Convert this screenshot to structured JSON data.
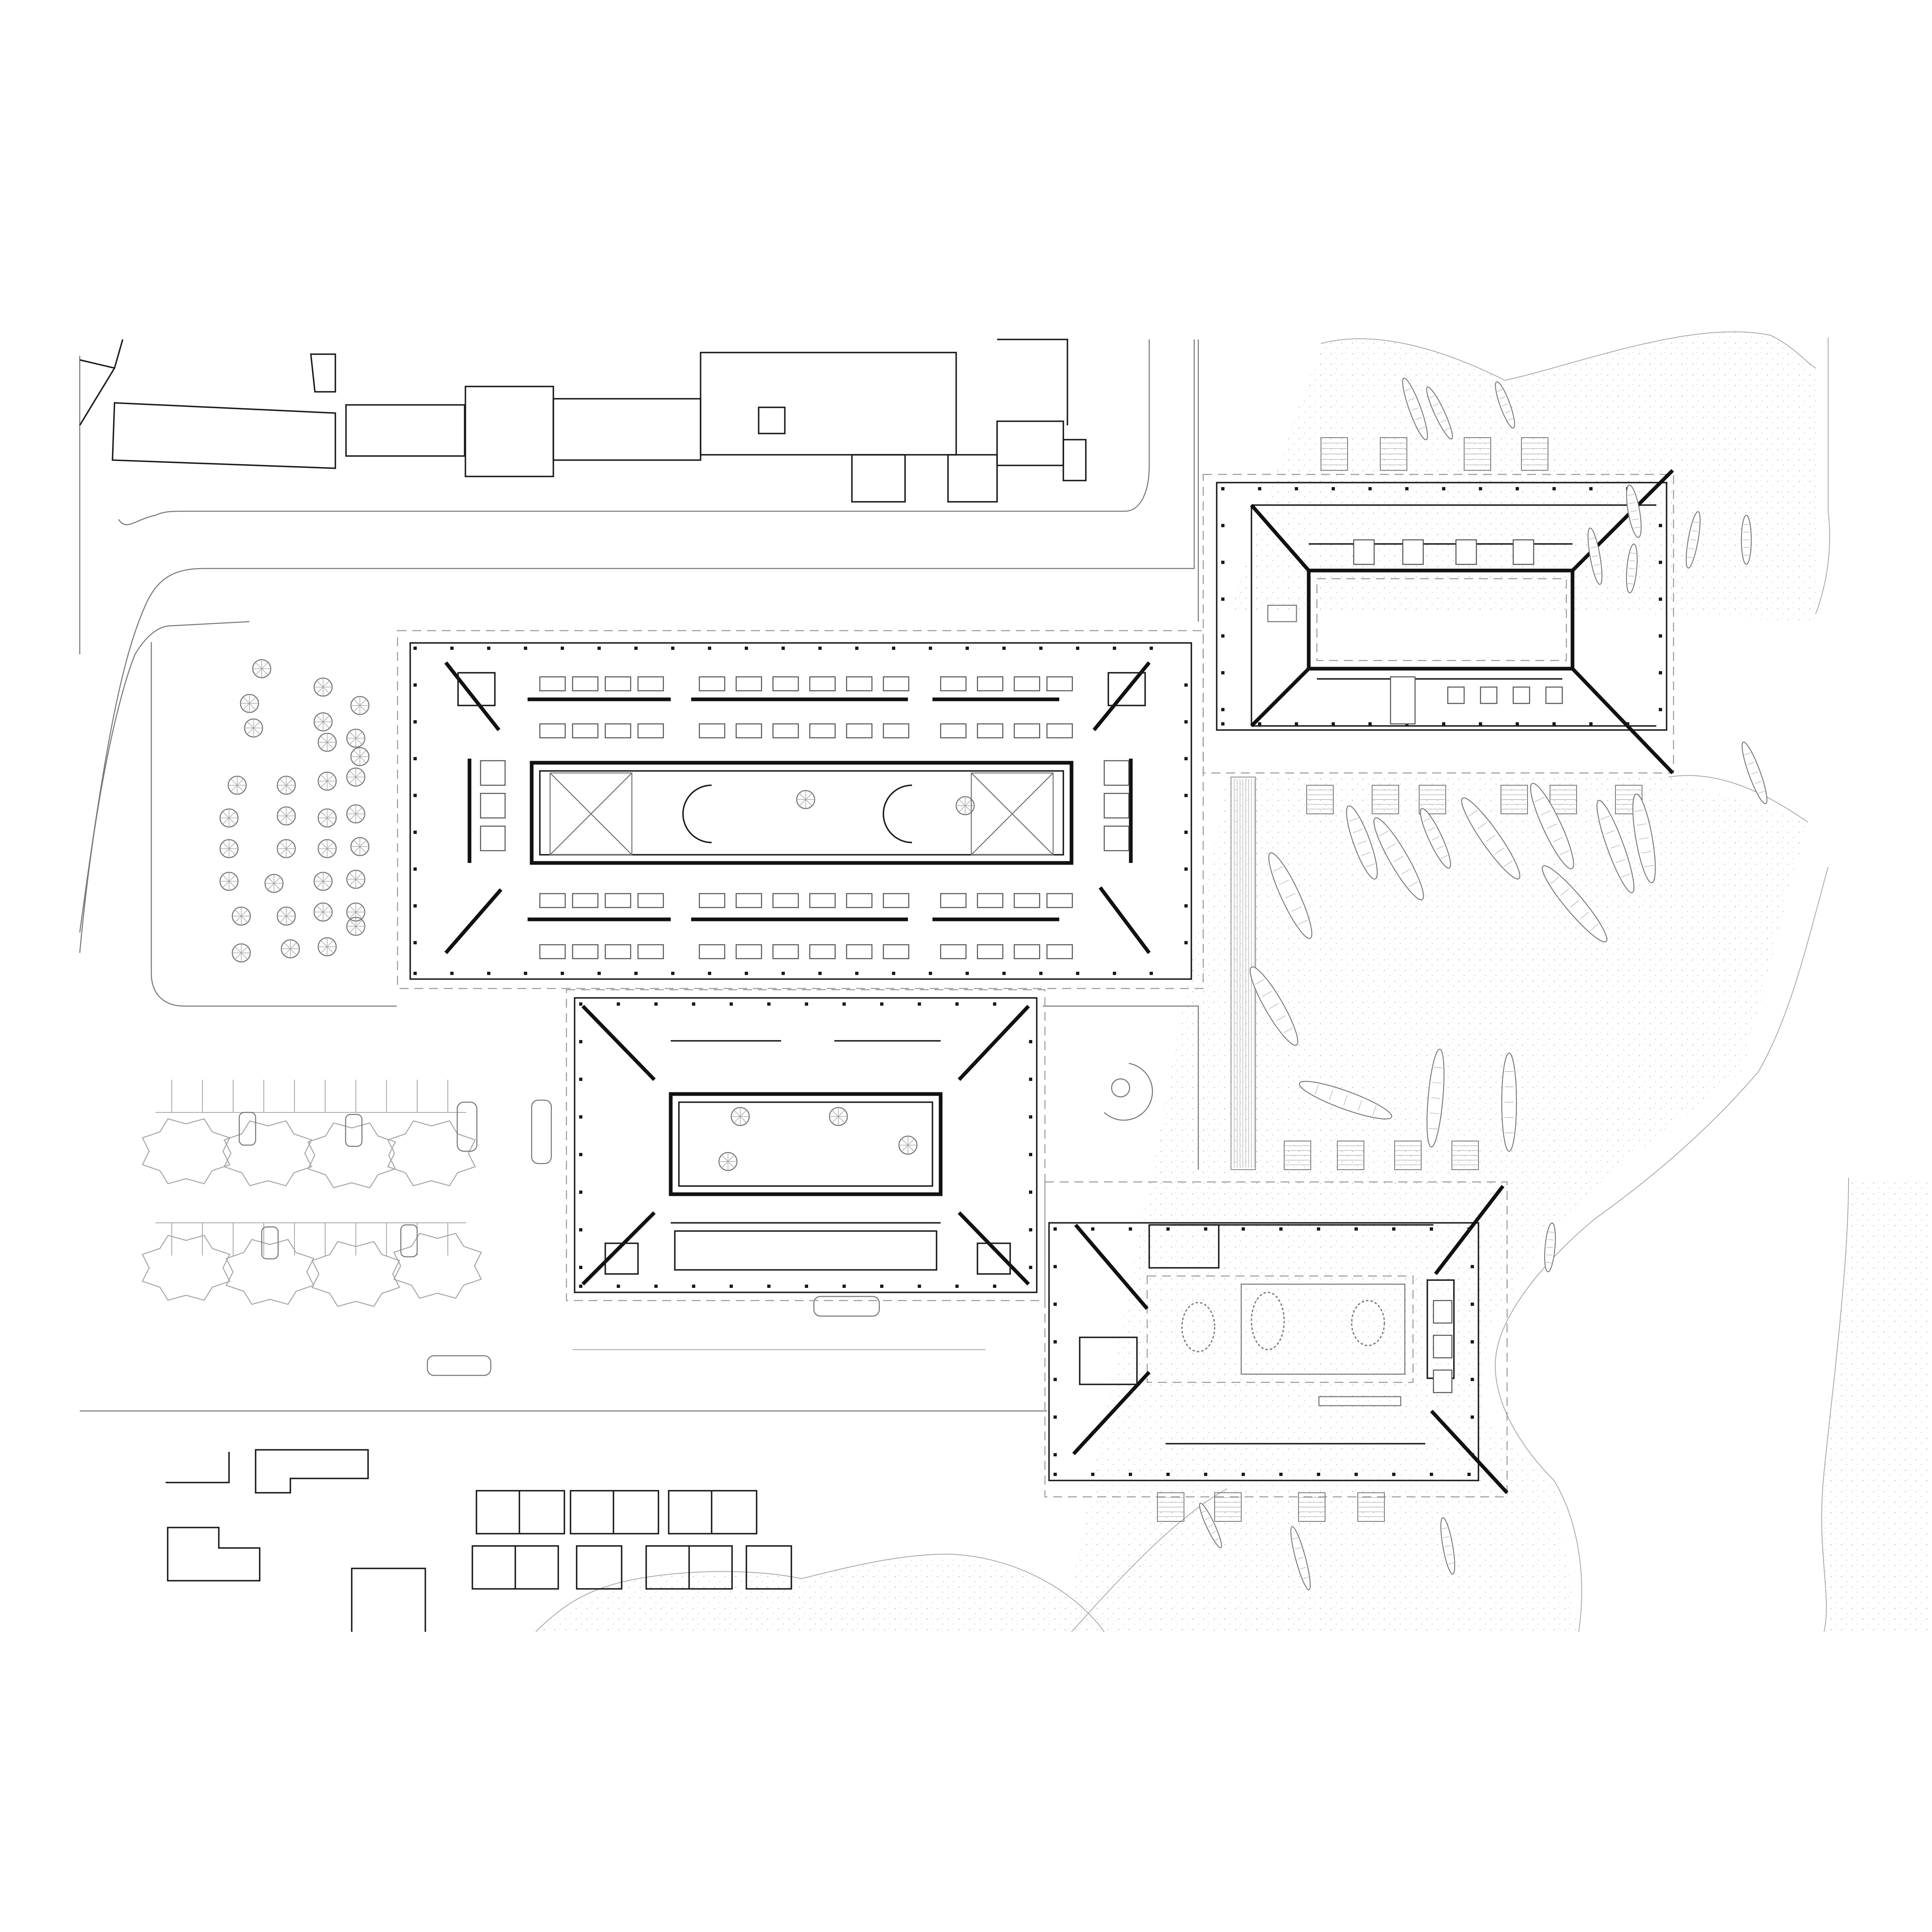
{
  "drawing": {
    "type": "architectural-site-plan",
    "colors": {
      "paper": "#ffffff",
      "ink": "#1a1a1a",
      "line": "#777777",
      "hairline": "#a8a8a8",
      "water_stipple": "#d6d6d6"
    },
    "elements": [
      "existing-buildings",
      "road-network",
      "pavilion-northwest",
      "pavilion-northeast",
      "pavilion-south-center",
      "pavilion-southeast",
      "courtyards",
      "boat-ramps",
      "boats",
      "trees",
      "parking",
      "shoreline"
    ]
  }
}
